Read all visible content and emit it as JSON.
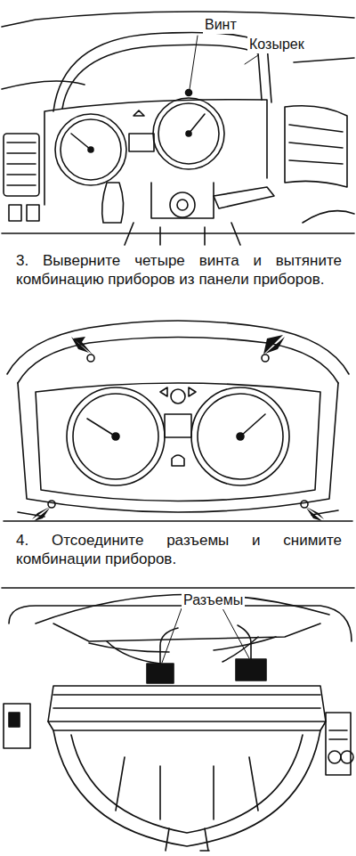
{
  "diagram": {
    "labels": [
      "Винт",
      "Козырек",
      "3. Выверните четыре винта и вытяните комбинацию приборов из панели приборов.",
      "4. Отсоедините разъемы и снимите комбинации приборов.",
      "Разъемы"
    ]
  }
}
